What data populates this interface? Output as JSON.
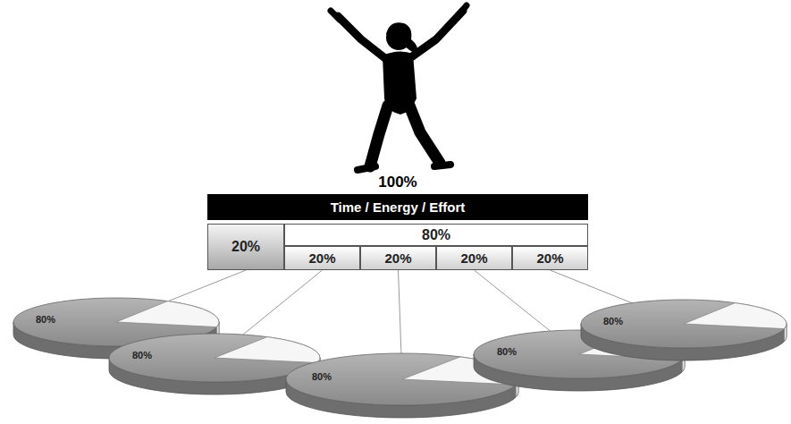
{
  "diagram": {
    "nodes": [
      {
        "text": [
          "100%",
          "Time / Energy / Effort"
        ]
      },
      {
        "text": [
          "20%"
        ]
      },
      {
        "text": [
          "80%"
        ]
      },
      {
        "text": [
          "20%"
        ]
      },
      {
        "text": [
          "20%"
        ]
      },
      {
        "text": [
          "20%"
        ]
      },
      {
        "text": [
          "20%"
        ]
      },
      {
        "text": [
          "80%"
        ]
      },
      {
        "text": [
          "80%"
        ]
      },
      {
        "text": [
          "80%"
        ]
      },
      {
        "text": [
          "80%"
        ]
      },
      {
        "text": [
          "80%"
        ]
      }
    ],
    "edges": [
      {
        "from": 1,
        "to": 7,
        "arrow": "none"
      },
      {
        "from": 3,
        "to": 8,
        "arrow": "none"
      },
      {
        "from": 4,
        "to": 9,
        "arrow": "none"
      },
      {
        "from": 5,
        "to": 10,
        "arrow": "none"
      },
      {
        "from": 6,
        "to": 11,
        "arrow": "none"
      }
    ]
  }
}
